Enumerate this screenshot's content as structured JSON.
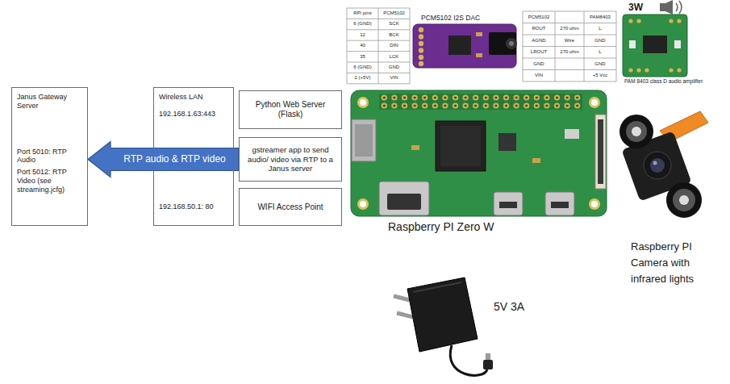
{
  "diagram": {
    "nodes": [
      {
        "text": [
          "Janus Gateway Server",
          "Port 5010: RTP Audio",
          "Port 5012: RTP Video (see streaming.jcfg)"
        ]
      },
      {
        "text": [
          "Wireless LAN",
          "192.168.1.63:443",
          "192.168.50.1: 80"
        ]
      },
      {
        "text": [
          "Python Web Server (Flask)"
        ]
      },
      {
        "text": [
          "gstreamer app to send audio/ video via RTP to a Janus server"
        ]
      },
      {
        "text": [
          "WIFI Access Point"
        ]
      }
    ],
    "edges": [
      {
        "from": 3,
        "to": 0,
        "arrow": "to",
        "label": "RTP audio & RTP video"
      }
    ],
    "labels": [
      "RPi pins",
      "PCM5102",
      "6 (GND)",
      "SCK",
      "12",
      "BCK",
      "40",
      "DIN",
      "35",
      "LCK",
      "6 (GND)",
      "GND",
      "2 (+5V)",
      "VIN",
      "PCM5102 I2S DAC",
      "PCM5102",
      "PAM8403",
      "ROUT",
      "270 ohm",
      "L",
      "AGND",
      "Wire",
      "GND",
      "LROUT",
      "270 ohm",
      "L",
      "GND",
      "GND",
      "VIN",
      "+5 Vcc",
      "3W",
      "PAM 8403 class D audio amplifier",
      "Raspberry PI Zero W",
      "Raspberry PI Camera with infrared lights",
      "5V 3A"
    ]
  }
}
